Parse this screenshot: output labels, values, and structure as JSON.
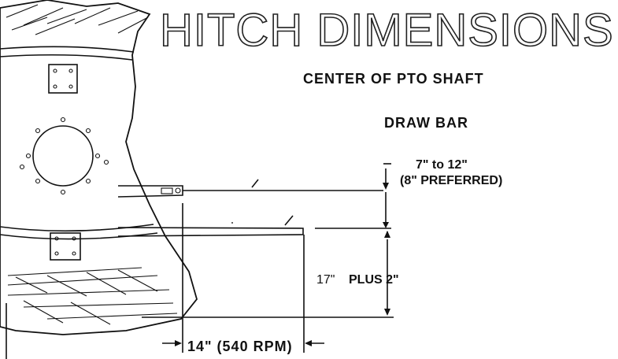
{
  "title": "HITCH DIMENSIONS",
  "labels": {
    "pto_center": "CENTER OF PTO SHAFT",
    "draw_bar": "DRAW BAR",
    "vertical_gap_line1": "7\" to 12\"",
    "vertical_gap_line2": "(8\" PREFERRED)",
    "height_value": "17\"",
    "height_tolerance": "PLUS  2\"",
    "horizontal_distance": "14\" (540 RPM)"
  },
  "colors": {
    "ink": "#111111",
    "paper": "#ffffff"
  }
}
